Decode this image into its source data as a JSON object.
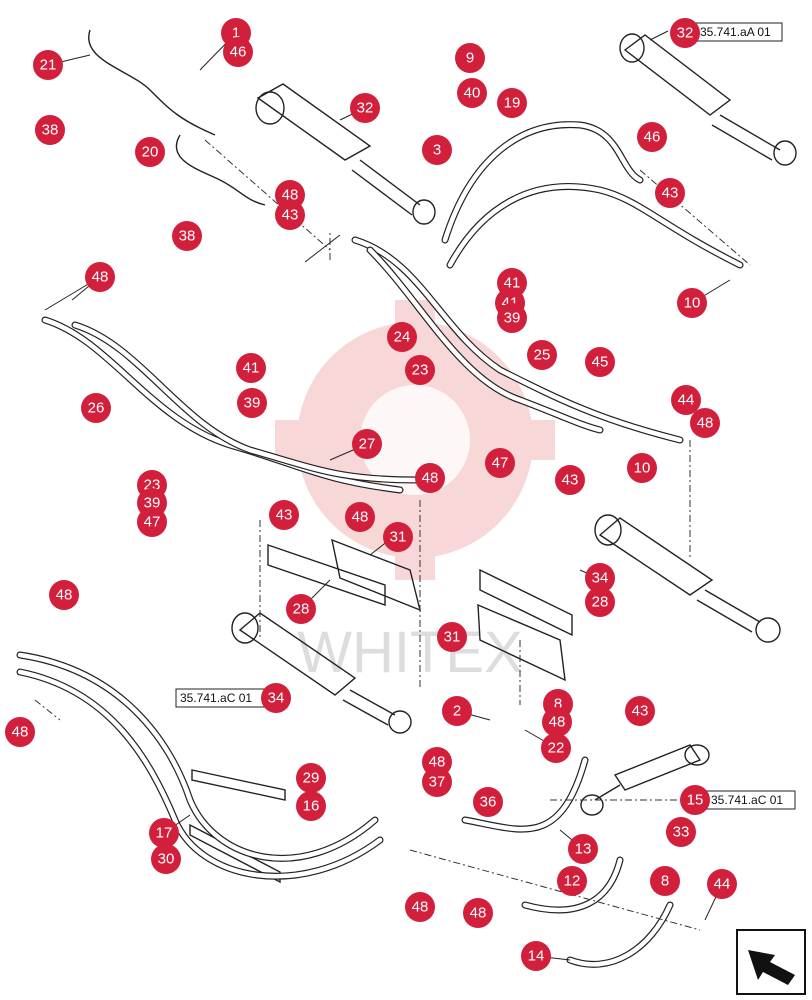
{
  "watermark": {
    "text": "WHITEX"
  },
  "callouts": [
    {
      "n": "1"
    },
    {
      "n": "46"
    },
    {
      "n": "21"
    },
    {
      "n": "38"
    },
    {
      "n": "20"
    },
    {
      "n": "38"
    },
    {
      "n": "32"
    },
    {
      "n": "48"
    },
    {
      "n": "43"
    },
    {
      "n": "9"
    },
    {
      "n": "40"
    },
    {
      "n": "3"
    },
    {
      "n": "19"
    },
    {
      "n": "32"
    },
    {
      "n": "46"
    },
    {
      "n": "43"
    },
    {
      "n": "10"
    },
    {
      "n": "48"
    },
    {
      "n": "26"
    },
    {
      "n": "41"
    },
    {
      "n": "39"
    },
    {
      "n": "24"
    },
    {
      "n": "41"
    },
    {
      "n": "41"
    },
    {
      "n": "39"
    },
    {
      "n": "23"
    },
    {
      "n": "25"
    },
    {
      "n": "45"
    },
    {
      "n": "44"
    },
    {
      "n": "48"
    },
    {
      "n": "27"
    },
    {
      "n": "47"
    },
    {
      "n": "43"
    },
    {
      "n": "10"
    },
    {
      "n": "23"
    },
    {
      "n": "39"
    },
    {
      "n": "47"
    },
    {
      "n": "48"
    },
    {
      "n": "43"
    },
    {
      "n": "48"
    },
    {
      "n": "31"
    },
    {
      "n": "28"
    },
    {
      "n": "34"
    },
    {
      "n": "28"
    },
    {
      "n": "31"
    },
    {
      "n": "48"
    },
    {
      "n": "48"
    },
    {
      "n": "34"
    },
    {
      "n": "2"
    },
    {
      "n": "8"
    },
    {
      "n": "48"
    },
    {
      "n": "22"
    },
    {
      "n": "43"
    },
    {
      "n": "29"
    },
    {
      "n": "48"
    },
    {
      "n": "37"
    },
    {
      "n": "16"
    },
    {
      "n": "36"
    },
    {
      "n": "15"
    },
    {
      "n": "33"
    },
    {
      "n": "17"
    },
    {
      "n": "30"
    },
    {
      "n": "13"
    },
    {
      "n": "12"
    },
    {
      "n": "8"
    },
    {
      "n": "44"
    },
    {
      "n": "48"
    },
    {
      "n": "48"
    },
    {
      "n": "14"
    }
  ],
  "ref_labels": [
    {
      "text": "35.741.aA 01"
    },
    {
      "text": "35.741.aC 01"
    },
    {
      "text": "35.741.aC 01"
    }
  ],
  "nav_icon": {
    "name": "next-page-arrow-icon"
  }
}
